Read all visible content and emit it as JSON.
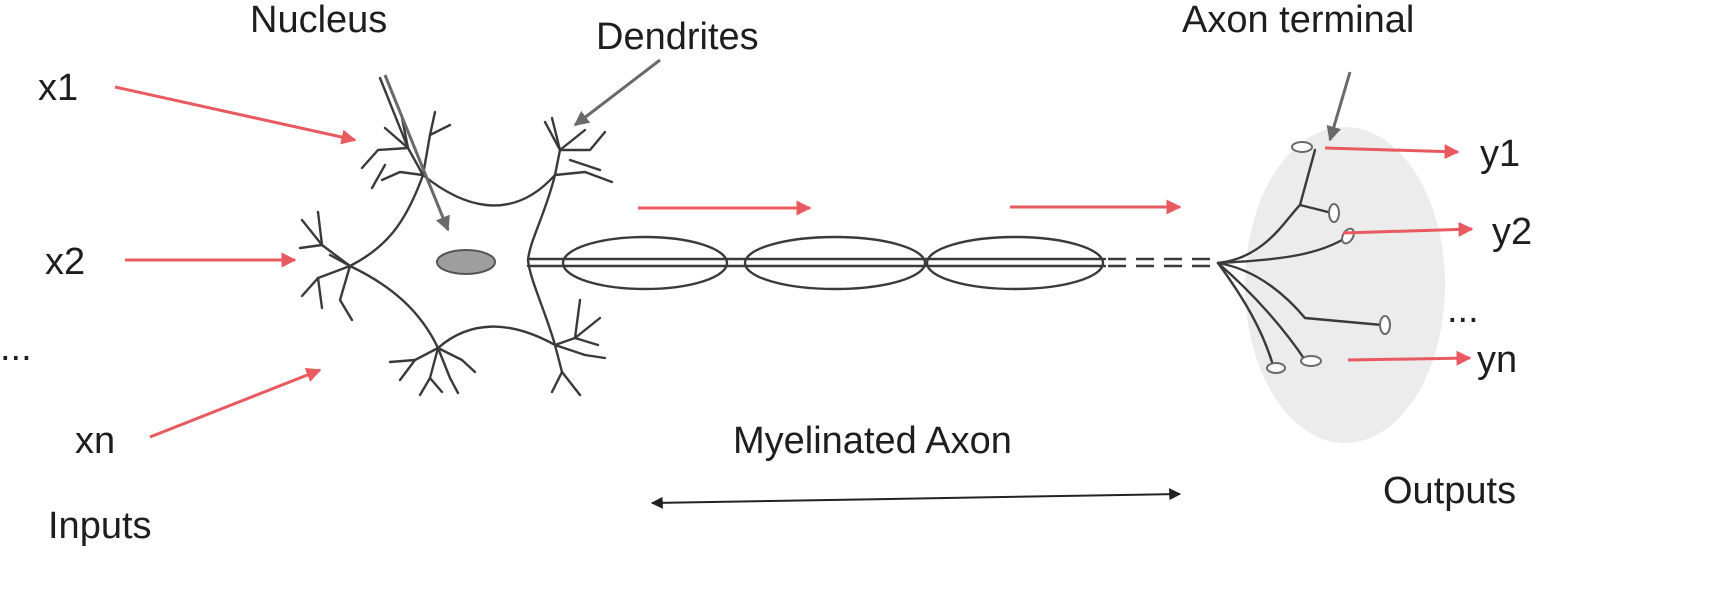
{
  "labels": {
    "nucleus": "Nucleus",
    "dendrites": "Dendrites",
    "axon_terminal": "Axon terminal",
    "myelinated_axon": "Myelinated Axon",
    "inputs": "Inputs",
    "outputs": "Outputs"
  },
  "inputs": [
    "x1",
    "x2",
    "...",
    "xn"
  ],
  "outputs": [
    "y1",
    "y2",
    "...",
    "yn"
  ],
  "colors": {
    "signal_arrow": "#e85a5f",
    "pointer_arrow": "#6a6a6a",
    "nucleus_fill": "#9e9e9e",
    "terminal_region": "#ececec",
    "line": "#3a3a3a"
  }
}
